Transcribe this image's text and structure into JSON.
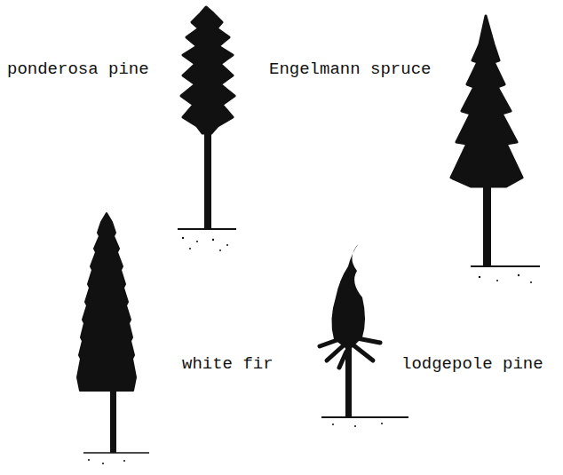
{
  "diagram": {
    "labels": [
      "ponderosa pine",
      "Engelmann spruce",
      "white fir",
      "lodgepole pine"
    ]
  }
}
